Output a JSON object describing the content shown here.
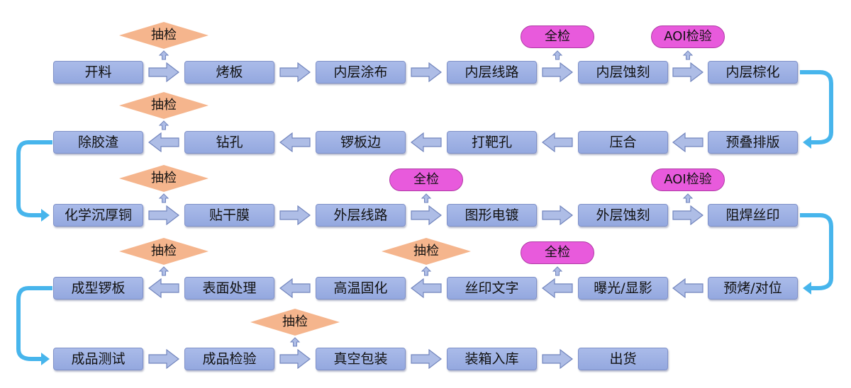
{
  "rows": [
    {
      "direction": "right",
      "steps": [
        "开料",
        "烤板",
        "内层涂布",
        "内层线路",
        "内层蚀刻",
        "内层棕化"
      ]
    },
    {
      "direction": "left",
      "steps": [
        "预叠排版",
        "压合",
        "打靶孔",
        "锣板边",
        "钻孔",
        "除胶渣"
      ]
    },
    {
      "direction": "right",
      "steps": [
        "化学沉厚铜",
        "贴干膜",
        "外层线路",
        "图形电镀",
        "外层蚀刻",
        "阻焊丝印"
      ]
    },
    {
      "direction": "left",
      "steps": [
        "预烤/对位",
        "曝光/显影",
        "丝印文字",
        "高温固化",
        "表面处理",
        "成型锣板"
      ]
    },
    {
      "direction": "right",
      "steps": [
        "成品测试",
        "成品检验",
        "真空包装",
        "装箱入库",
        "出货"
      ]
    }
  ],
  "inspections": [
    {
      "label": "抽检",
      "shape": "diamond",
      "after_step": "开料"
    },
    {
      "label": "全检",
      "shape": "pill",
      "after_step": "内层线路"
    },
    {
      "label": "AOI检验",
      "shape": "pill",
      "after_step": "内层蚀刻"
    },
    {
      "label": "抽检",
      "shape": "diamond",
      "after_step": "钻孔"
    },
    {
      "label": "抽检",
      "shape": "diamond",
      "after_step": "化学沉厚铜"
    },
    {
      "label": "全检",
      "shape": "pill",
      "after_step": "外层线路"
    },
    {
      "label": "AOI检验",
      "shape": "pill",
      "after_step": "外层蚀刻"
    },
    {
      "label": "全检",
      "shape": "pill",
      "after_step": "曝光/显影"
    },
    {
      "label": "抽检",
      "shape": "diamond",
      "after_step": "丝印文字"
    },
    {
      "label": "抽检",
      "shape": "diamond",
      "after_step": "表面处理"
    },
    {
      "label": "抽检",
      "shape": "diamond",
      "after_step": "成品检验"
    }
  ],
  "colors": {
    "step_fill": "#a3b5e6",
    "step_border": "#7f91c8",
    "arrow_fill": "#aebde6",
    "arrow_stroke": "#7285bd",
    "diamond_fill": "#f5b58d",
    "pill_fill": "#e85adc",
    "connector": "#47b5ec"
  }
}
